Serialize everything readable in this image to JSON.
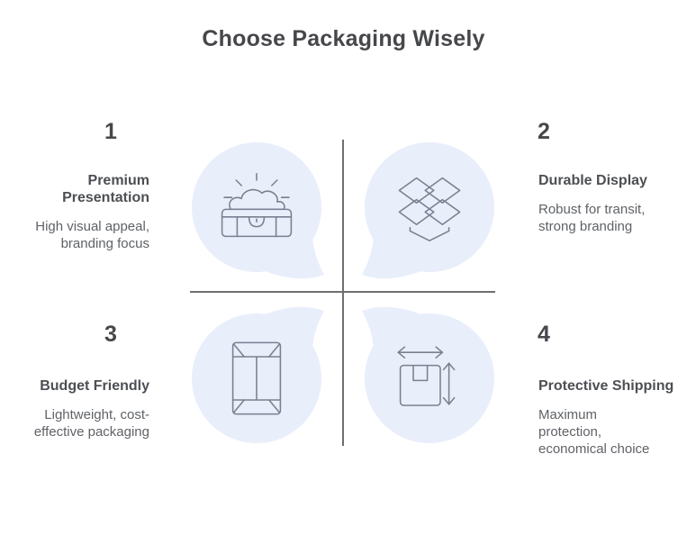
{
  "title": "Choose Packaging Wisely",
  "colors": {
    "bubble_fill": "#e9eefb",
    "icon_stroke": "#7a8090",
    "divider": "#6f6f6f",
    "title_text": "#46474b",
    "number_text": "#47484d",
    "heading_text": "#4d4f54",
    "body_text": "#5f6267",
    "page_bg": "#ffffff"
  },
  "quadrants": [
    {
      "number": "1",
      "heading": [
        "Premium",
        "Presentation"
      ],
      "body": [
        "High visual appeal,",
        "branding focus"
      ],
      "icon": "treasure-chest-icon"
    },
    {
      "number": "2",
      "heading": [
        "Durable Display"
      ],
      "body": [
        "Robust for transit,",
        "strong branding"
      ],
      "icon": "open-box-icon"
    },
    {
      "number": "3",
      "heading": [
        "Budget Friendly"
      ],
      "body": [
        "Lightweight, cost-",
        "effective packaging"
      ],
      "icon": "envelope-icon"
    },
    {
      "number": "4",
      "heading": [
        "Protective Shipping"
      ],
      "body": [
        "Maximum",
        "protection,",
        "economical choice"
      ],
      "icon": "box-dimensions-icon"
    }
  ]
}
